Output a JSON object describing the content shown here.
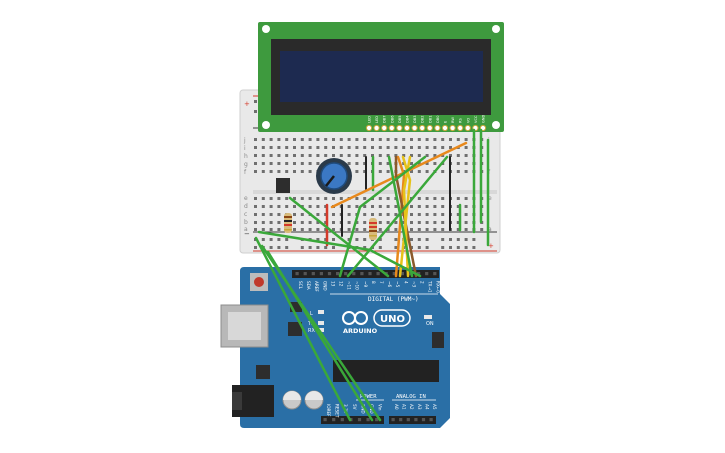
{
  "lcd": {
    "pin_labels": [
      "LED",
      "LED",
      "DB7",
      "DB6",
      "DB5",
      "DB4",
      "DB3",
      "DB2",
      "DB1",
      "DB0",
      "E",
      "RW",
      "RS",
      "VO",
      "VCC",
      "GND"
    ]
  },
  "breadboard": {
    "row_labels_top": [
      "j",
      "i",
      "h",
      "g",
      "f"
    ],
    "row_labels_bottom": [
      "e",
      "d",
      "c",
      "b",
      "a"
    ],
    "rail_plus": "+",
    "rail_minus": "−"
  },
  "arduino": {
    "board_name": "ARDUINO",
    "board_model": "UNO",
    "digital_label": "DIGITAL (PWM~)",
    "analog_label": "ANALOG IN",
    "power_label": "POWER",
    "on_label": "ON",
    "led_l": "L",
    "led_tx": "TX",
    "led_rx": "RX",
    "digital_pins": [
      "SCL",
      "SDA",
      "AREF",
      "GND",
      "13",
      "12",
      "~11",
      "~10",
      "~9",
      "8",
      "7",
      "~6",
      "~5",
      "4",
      "~3",
      "2",
      "TX→1",
      "RX←0"
    ],
    "power_pins": [
      "IOREF",
      "RESET",
      "3.3V",
      "5V",
      "GND",
      "GND",
      "Vin"
    ],
    "analog_pins": [
      "A0",
      "A1",
      "A2",
      "A3",
      "A4",
      "A5"
    ]
  },
  "colors": {
    "lcd_pcb": "#3e9a3e",
    "lcd_screen": "#1d2a50",
    "arduino_pcb": "#2a6fa6",
    "wire_green": "#3aa83a",
    "wire_orange": "#e8891c",
    "wire_yellow": "#e6c21a",
    "wire_red": "#d43a2a",
    "wire_black": "#222222",
    "wire_brown": "#8b5a2b"
  }
}
